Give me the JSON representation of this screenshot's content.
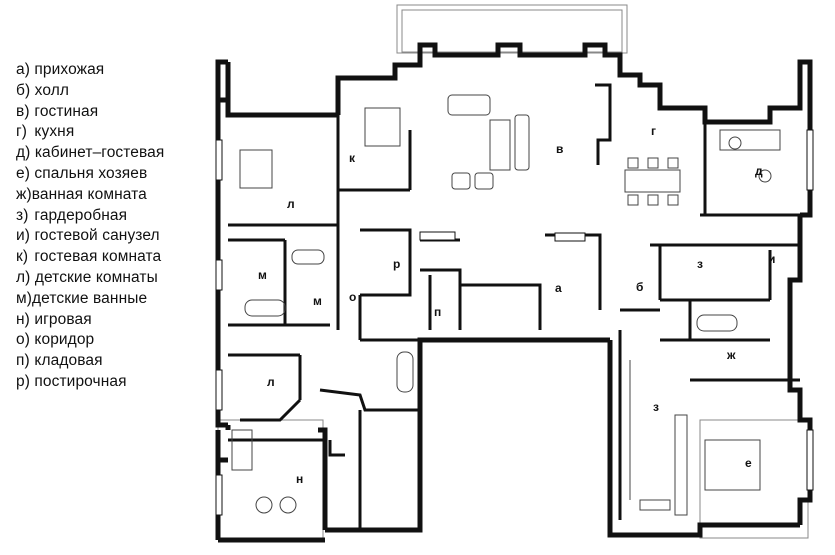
{
  "legend": [
    {
      "key": "а)",
      "label": "прихожая"
    },
    {
      "key": "б)",
      "label": "холл"
    },
    {
      "key": "в)",
      "label": "гостиная"
    },
    {
      "key": "г)",
      "label": "кухня"
    },
    {
      "key": "д)",
      "label": "кабинет–гостевая"
    },
    {
      "key": "е)",
      "label": "спальня хозяев"
    },
    {
      "key": "ж)",
      "label": "ванная комната"
    },
    {
      "key": "з)",
      "label": "гардеробная"
    },
    {
      "key": "и)",
      "label": "гостевой санузел"
    },
    {
      "key": "к)",
      "label": "гостевая комната"
    },
    {
      "key": "л)",
      "label": "детские комнаты"
    },
    {
      "key": "м)",
      "label": "детские ванные"
    },
    {
      "key": "н)",
      "label": "игровая"
    },
    {
      "key": "о)",
      "label": "коридор"
    },
    {
      "key": "п)",
      "label": "кладовая"
    },
    {
      "key": "р)",
      "label": "постирочная"
    }
  ],
  "rooms": {
    "a": "а",
    "b": "б",
    "v": "в",
    "g": "г",
    "d": "д",
    "e": "е",
    "zh": "ж",
    "z1": "з",
    "z2": "з",
    "i": "и",
    "k": "к",
    "l1": "л",
    "l2": "л",
    "m1": "м",
    "m2": "м",
    "n": "н",
    "o": "о",
    "p": "п",
    "r": "р"
  }
}
